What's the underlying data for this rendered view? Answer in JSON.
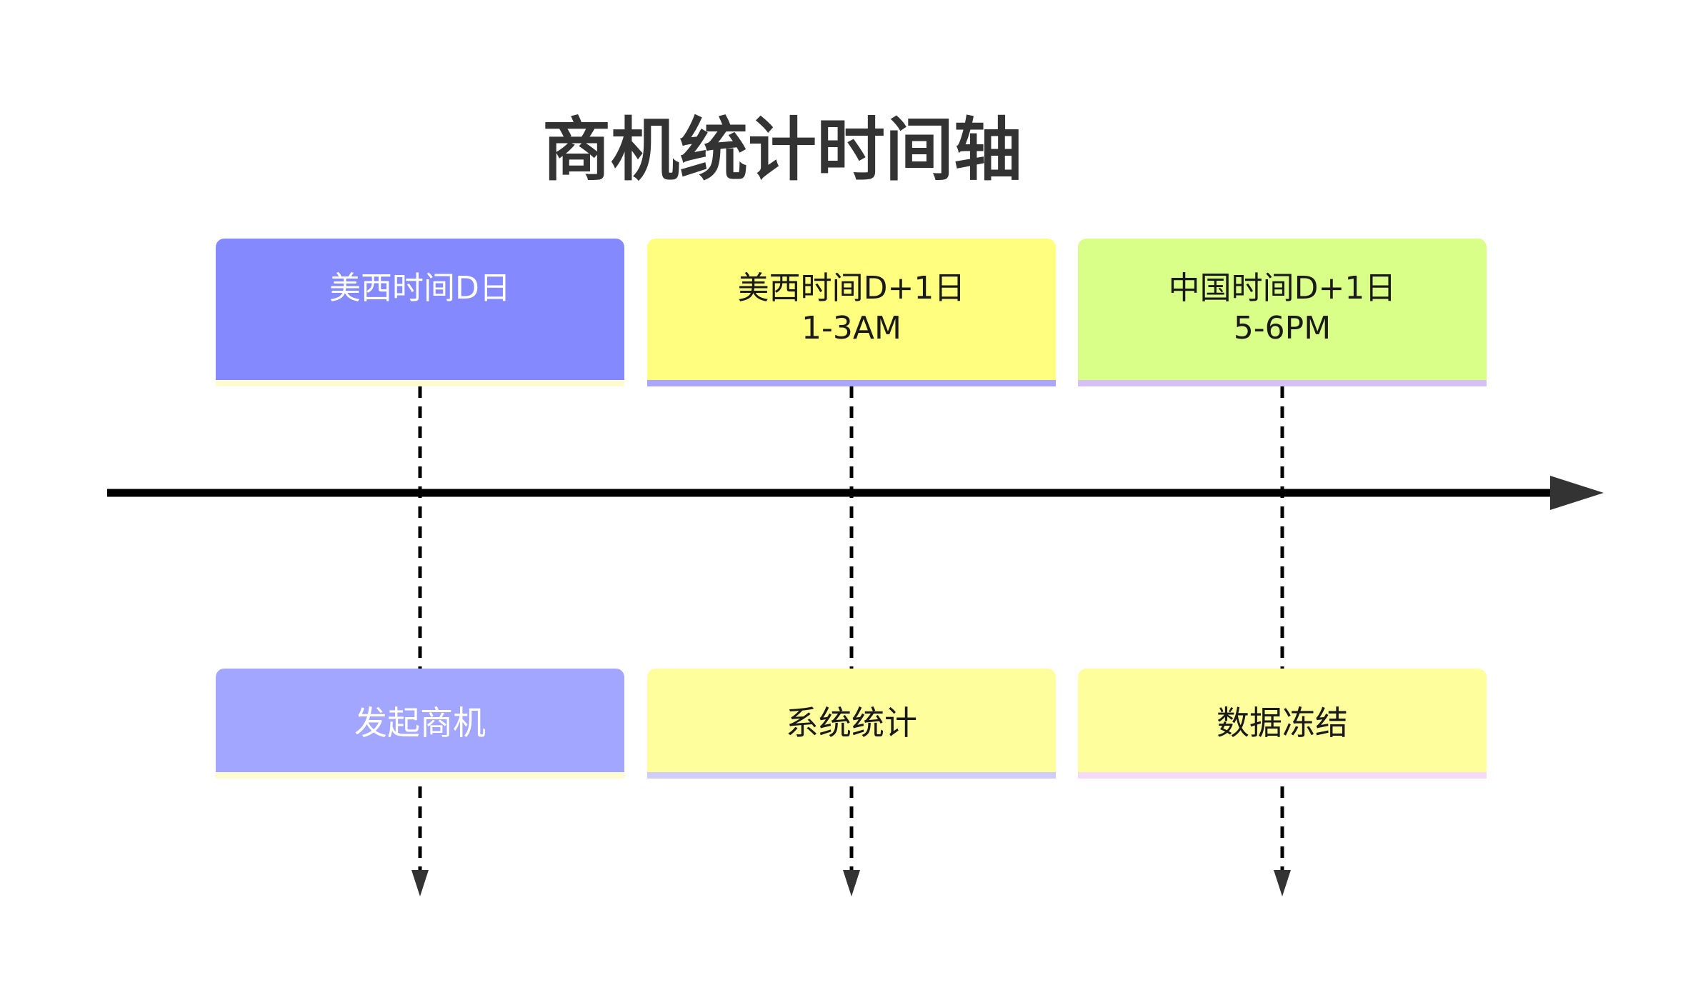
{
  "title": "商机统计时间轴",
  "timeline": {
    "columns": [
      {
        "top": {
          "lines": [
            "美西时间D日",
            ""
          ],
          "bg": "#8589FE",
          "text_color": "#FFFFFF",
          "stripe": "#FFFBD0"
        },
        "bottom": {
          "label": "发起商机",
          "bg": "#A3A6FE",
          "text_color": "#FFFFFF",
          "stripe": "#FFFBD0"
        }
      },
      {
        "top": {
          "lines": [
            "美西时间D+1日",
            "1-3AM"
          ],
          "bg": "#FFFE7E",
          "text_color": "#1A1A1A",
          "stripe": "#A9A6FC"
        },
        "bottom": {
          "label": "系统统计",
          "bg": "#FFFE9C",
          "text_color": "#1A1A1A",
          "stripe": "#CFCDFB"
        }
      },
      {
        "top": {
          "lines": [
            "中国时间D+1日",
            "5-6PM"
          ],
          "bg": "#D9FF88",
          "text_color": "#1A1A1A",
          "stripe": "#D6C1F6"
        },
        "bottom": {
          "label": "数据冻结",
          "bg": "#FFFE9C",
          "text_color": "#1A1A1A",
          "stripe": "#F7DAF8"
        }
      }
    ],
    "axis_color": "#000000",
    "connector_color": "#000000"
  }
}
